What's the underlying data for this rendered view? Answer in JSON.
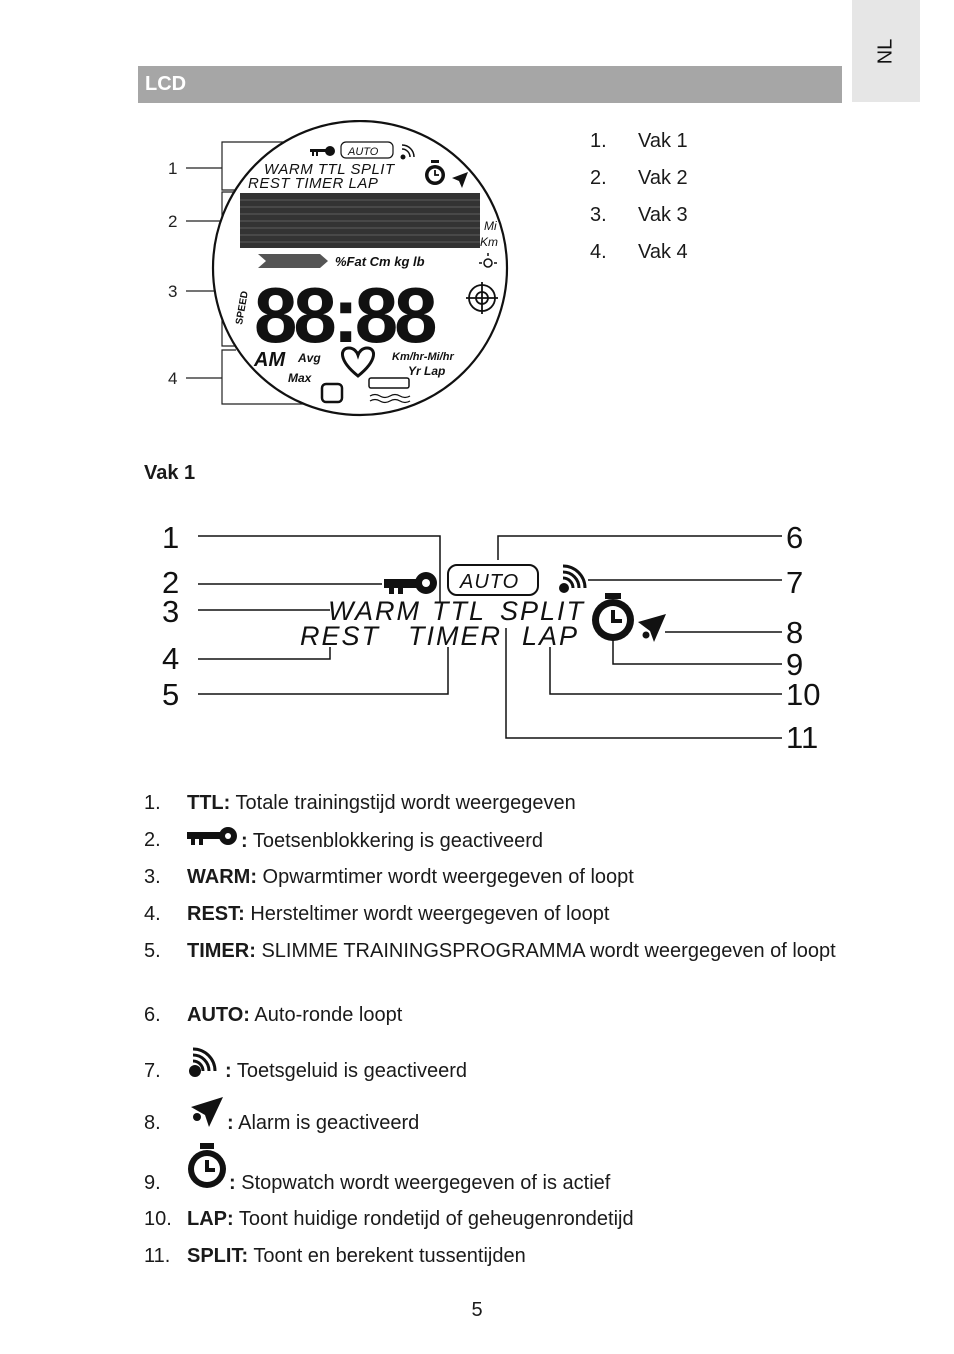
{
  "language_tab": "NL",
  "section_title": "LCD",
  "overview": {
    "callouts": [
      "1",
      "2",
      "3",
      "4"
    ],
    "vak_list": [
      {
        "num": "1.",
        "label": "Vak 1"
      },
      {
        "num": "2.",
        "label": "Vak 2"
      },
      {
        "num": "3.",
        "label": "Vak 3"
      },
      {
        "num": "4.",
        "label": "Vak 4"
      }
    ],
    "lcd_text": {
      "auto": "AUTO",
      "row1": "WARM TTL SPLIT",
      "row2": "REST TIMER LAP",
      "units_top": "%Fat Cm kg lb",
      "mi": "Mi",
      "km": "Km",
      "digits": "88:88",
      "am": "AM",
      "avg": "Avg",
      "max": "Max",
      "speed_units": "Km/hr-Mi/hr",
      "yr_lap": "Yr Lap",
      "speed": "SPEED"
    }
  },
  "vak1": {
    "heading": "Vak 1",
    "callouts_left": [
      "1",
      "2",
      "3",
      "4",
      "5"
    ],
    "callouts_right": [
      "6",
      "7",
      "8",
      "9",
      "10",
      "11"
    ],
    "lcd_text": {
      "auto": "AUTO",
      "warm": "WARM",
      "ttl": "TTL",
      "split": "SPLIT",
      "rest": "REST",
      "timer": "TIMER",
      "lap": "LAP"
    }
  },
  "descriptions": [
    {
      "num": "1.",
      "term": "TTL:",
      "text": " Totale trainingstijd wordt weergegeven"
    },
    {
      "num": "2.",
      "icon": "key-icon",
      "term": ":",
      "text": " Toetsenblokkering is geactiveerd"
    },
    {
      "num": "3.",
      "term": "WARM:",
      "text": " Opwarmtimer wordt weergegeven of loopt"
    },
    {
      "num": "4.",
      "term": "REST:",
      "text": " Hersteltimer wordt weergegeven of loopt"
    },
    {
      "num": "5.",
      "term": "TIMER:",
      "text": " SLIMME TRAININGSPROGRAMMA wordt weergegeven of loopt"
    },
    {
      "num": "6.",
      "term": "AUTO:",
      "text": " Auto-ronde loopt"
    },
    {
      "num": "7.",
      "icon": "sound-icon",
      "term": ":",
      "text": " Toetsgeluid is geactiveerd"
    },
    {
      "num": "8.",
      "icon": "alarm-icon",
      "term": ":",
      "text": " Alarm is geactiveerd"
    },
    {
      "num": "9.",
      "icon": "stopwatch-icon",
      "term": ":",
      "text": " Stopwatch wordt weergegeven of is actief"
    },
    {
      "num": "10.",
      "term": "LAP:",
      "text": " Toont huidige rondetijd of geheugenrondetijd"
    },
    {
      "num": "11.",
      "term": "SPLIT:",
      "text": " Toont en berekent tussentijden"
    }
  ],
  "page_number": "5"
}
